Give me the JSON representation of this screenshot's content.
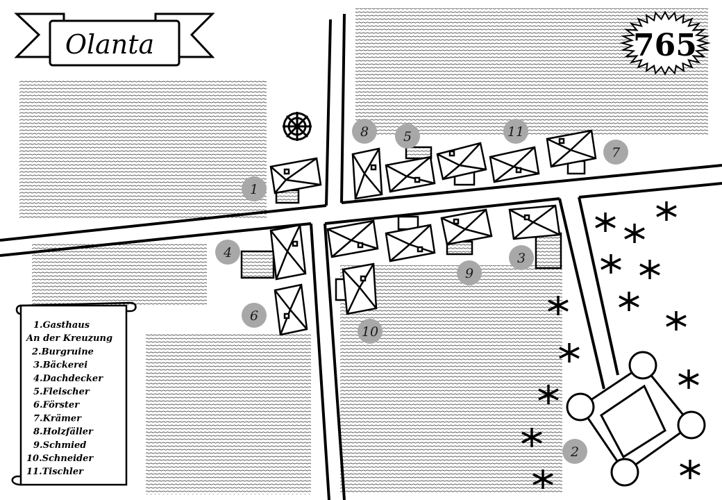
{
  "map": {
    "title": "Olanta",
    "year": "765",
    "legend": [
      "1.Gasthaus",
      "An der Kreuzung",
      "2.Burgruine",
      "3.Bäckerei",
      "4.Dachdecker",
      "5.Fleischer",
      "6.Förster",
      "7.Krämer",
      "8.Holzfäller",
      "9.Schmied",
      "10.Schneider",
      "11.Tischler"
    ],
    "markers": [
      "1",
      "2",
      "3",
      "4",
      "5",
      "6",
      "7",
      "8",
      "9",
      "10",
      "11"
    ],
    "colors": {
      "ink": "#000000",
      "marker_fill": "#a8a8a8",
      "paper": "#ffffff"
    },
    "icons": [
      "compass-wheel-icon",
      "tree-icon",
      "castle-ruin-icon",
      "scroll-icon",
      "banner-icon",
      "starburst-icon"
    ]
  }
}
